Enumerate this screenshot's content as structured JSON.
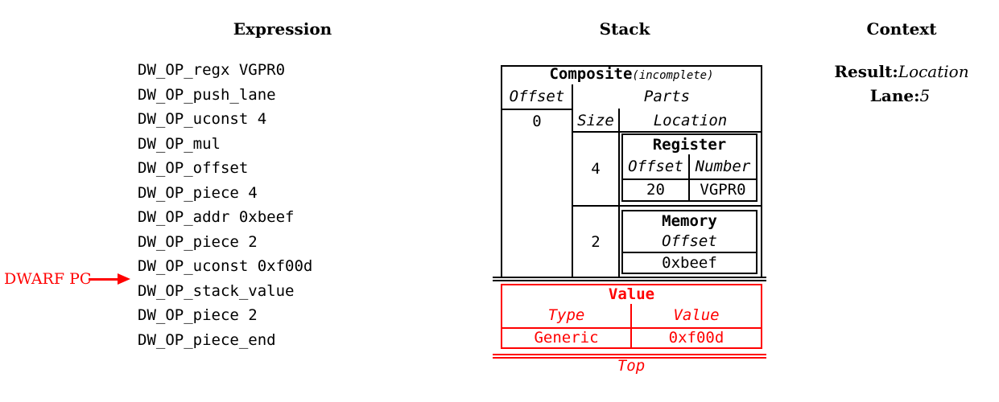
{
  "headings": {
    "expression": "Expression",
    "stack": "Stack",
    "context": "Context"
  },
  "expression": {
    "pc_label": "DWARF PC",
    "items": [
      "DW_OP_regx VGPR0",
      "DW_OP_push_lane",
      "DW_OP_uconst 4",
      "DW_OP_mul",
      "DW_OP_offset",
      "DW_OP_piece 4",
      "DW_OP_addr 0xbeef",
      "DW_OP_piece 2",
      "DW_OP_uconst 0xf00d",
      "DW_OP_stack_value",
      "DW_OP_piece 2",
      "DW_OP_piece_end"
    ]
  },
  "stack": {
    "composite": {
      "title": "Composite",
      "note": "(incomplete)",
      "offset_header": "Offset",
      "parts_header": "Parts",
      "offset_value": "0",
      "size_header": "Size",
      "location_header": "Location",
      "parts": [
        {
          "size": "4",
          "kind": "Register",
          "col1_header": "Offset",
          "col2_header": "Number",
          "col1_value": "20",
          "col2_value": "VGPR0"
        },
        {
          "size": "2",
          "kind": "Memory",
          "col1_header": "Offset",
          "col1_value": "0xbeef"
        }
      ]
    },
    "value_entry": {
      "title": "Value",
      "type_header": "Type",
      "value_header": "Value",
      "type_value": "Generic",
      "value_value": "0xf00d"
    },
    "top_label": "Top"
  },
  "context": {
    "result_label": "Result:",
    "result_value": "Location",
    "lane_label": "Lane:",
    "lane_value": "5"
  },
  "colors": {
    "accent_red": "#ff0000",
    "ink": "#000000",
    "background": "#ffffff"
  }
}
